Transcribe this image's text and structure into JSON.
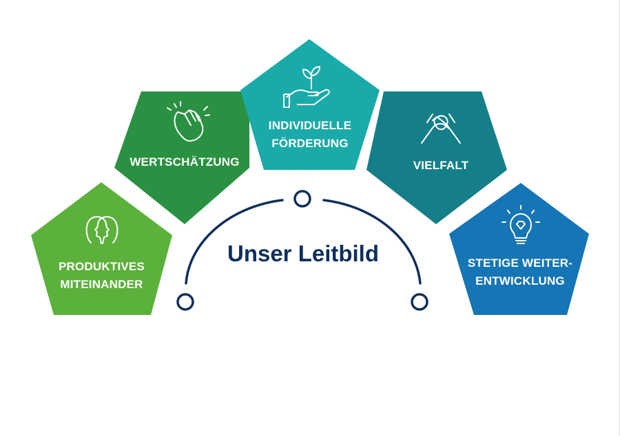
{
  "title": "Unser Leitbild",
  "colors": {
    "navy": "#0e2f5c",
    "productive": "#5bb13b",
    "appreciation": "#2a9142",
    "development": "#1aaaa9",
    "diversity": "#157f89",
    "growth": "#1675b5",
    "icon_stroke": "#ffffff"
  },
  "pillars": [
    {
      "line1": "PRODUKTIVES",
      "line2": "MITEINANDER",
      "icon": "two-heads-icon"
    },
    {
      "line1": "WERTSCHÄTZUNG",
      "line2": "",
      "icon": "clapping-hands-icon"
    },
    {
      "line1": "INDIVIDUELLE",
      "line2": "FÖRDERUNG",
      "icon": "plant-in-hand-icon"
    },
    {
      "line1": "VIELFALT",
      "line2": "",
      "icon": "handshake-icon"
    },
    {
      "line1": "STETIGE WEITER-",
      "line2": "ENTWICKLUNG",
      "icon": "lightbulb-icon"
    }
  ]
}
